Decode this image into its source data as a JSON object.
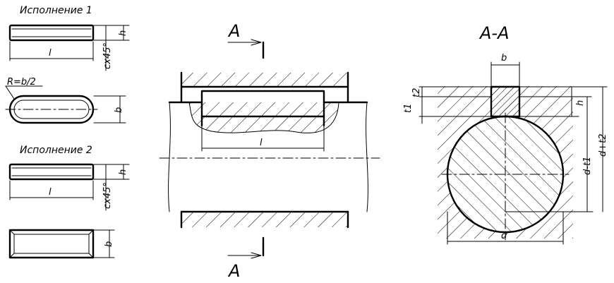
{
  "variant1_title": "Исполнение 1",
  "variant2_title": "Исполнение 2",
  "section_letter_top": "A",
  "section_letter_bottom": "A",
  "section_title": "A-A",
  "dims": {
    "h": "h",
    "l": "l",
    "chamfer": "cx45°",
    "radius": "R=b/2",
    "b": "b",
    "t1": "t1",
    "t2": "t2",
    "d_minus_t1": "d-t1",
    "d_plus_t2": "d+t2",
    "d": "d"
  }
}
